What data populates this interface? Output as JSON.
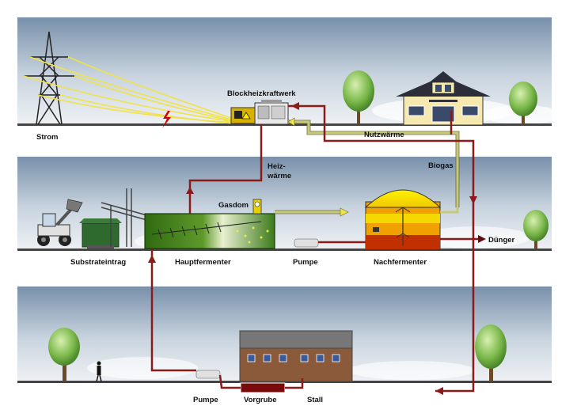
{
  "labels": {
    "strom": "Strom",
    "bhkw": "Blockheizkraftwerk",
    "nutzwaerme": "Nutzwärme",
    "heiz_line1": "Heiz-",
    "heiz_line2": "wärme",
    "biogas": "Biogas",
    "gasdom": "Gasdom",
    "substrateintrag": "Substrateintrag",
    "hauptfermenter": "Hauptfermenter",
    "pumpe_mid": "Pumpe",
    "nachfermenter": "Nachfermenter",
    "duenger": "Dünger",
    "pumpe_bottom": "Pumpe",
    "vorgrube": "Vorgrube",
    "stall": "Stall"
  },
  "colors": {
    "heat_pipe": "#8b1a1a",
    "gas_pipe": "#c8c87a",
    "power_line": "#f0e24a",
    "sky_top": "#7e94ad",
    "sky_bottom": "#e8edf2",
    "ground": "#4a4a4a",
    "fermenter_green": "#3a7a1a",
    "digester_yellow": "#f5d800",
    "digester_orange": "#f0a000",
    "digester_red": "#c03000",
    "barn_brown": "#8b5a3a",
    "barn_roof": "#7a7a7a"
  }
}
